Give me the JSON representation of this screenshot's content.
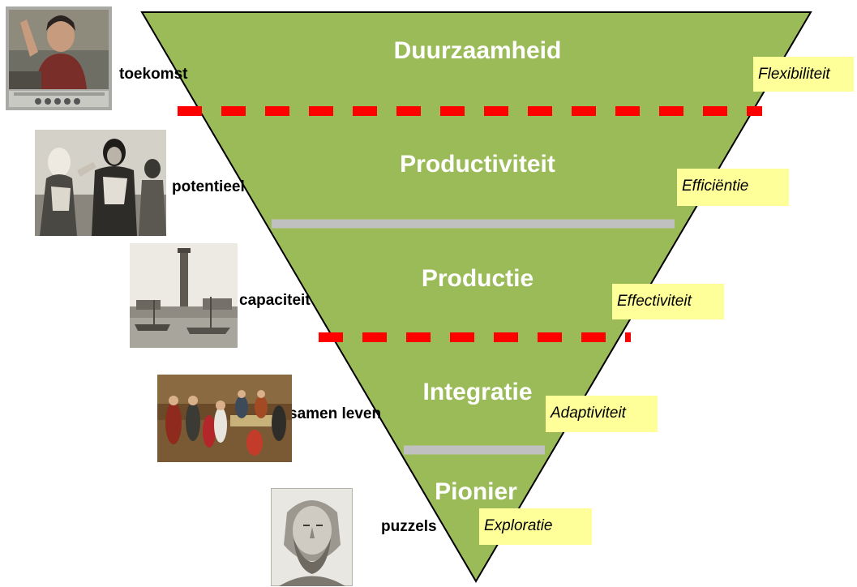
{
  "colors": {
    "triangle_fill": "#9bbb59",
    "triangle_stroke": "#000000",
    "dashed_divider": "#ff0000",
    "solid_divider": "#c0c0c0",
    "quality_box": "#ffff99",
    "level_text": "#ffffff"
  },
  "levels": [
    {
      "title": "Duurzaamheid",
      "quality": "Flexibiliteit",
      "side_label": "toekomst",
      "image": "video-player-speaker-image"
    },
    {
      "title": "Productiviteit",
      "quality": "Efficiëntie",
      "side_label": "potentieel",
      "image": "protest-women-photo"
    },
    {
      "title": "Productie",
      "quality": "Effectiviteit",
      "side_label": "capaciteit",
      "image": "factory-chimney-photo"
    },
    {
      "title": "Integratie",
      "quality": "Adaptiviteit",
      "side_label": "samen leven",
      "image": "peasant-feast-painting"
    },
    {
      "title": "Pionier",
      "quality": "Exploratie",
      "side_label": "puzzels",
      "image": "philosopher-engraving"
    }
  ],
  "dividers": [
    {
      "between": "Duurzaamheid / Productiviteit",
      "style": "dashed-red"
    },
    {
      "between": "Productiviteit / Productie",
      "style": "solid-gray"
    },
    {
      "between": "Productie / Integratie",
      "style": "dashed-red"
    },
    {
      "between": "Integratie / Pionier",
      "style": "solid-gray"
    }
  ]
}
